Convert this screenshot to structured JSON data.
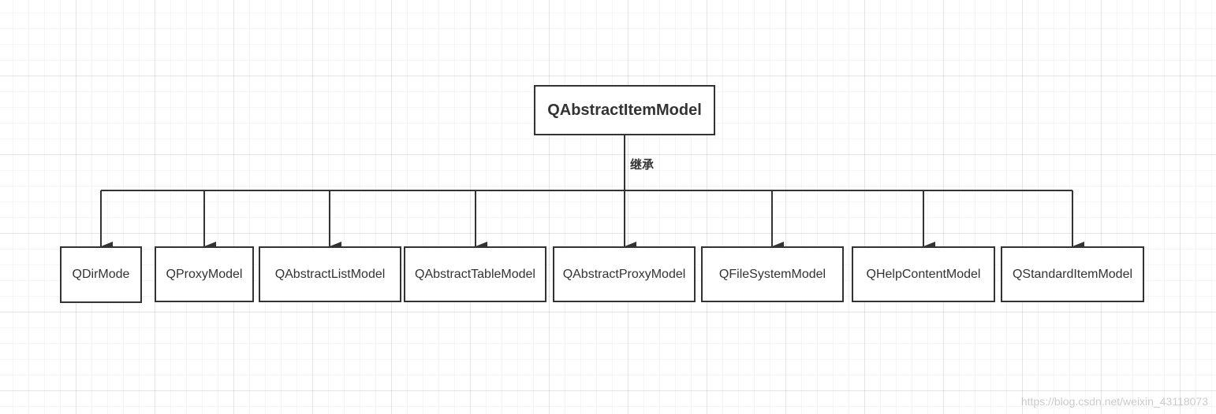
{
  "diagram": {
    "root": {
      "label": "QAbstractItemModel"
    },
    "edge_label": "继承",
    "children": [
      {
        "label": "QDirMode"
      },
      {
        "label": "QProxyModel"
      },
      {
        "label": "QAbstractListModel"
      },
      {
        "label": "QAbstractTableModel"
      },
      {
        "label": "QAbstractProxyModel"
      },
      {
        "label": "QFileSystemModel"
      },
      {
        "label": "QHelpContentModel"
      },
      {
        "label": "QStandardItemModel"
      }
    ],
    "line_color": "#333333"
  },
  "watermark": "https://blog.csdn.net/weixin_43118073"
}
